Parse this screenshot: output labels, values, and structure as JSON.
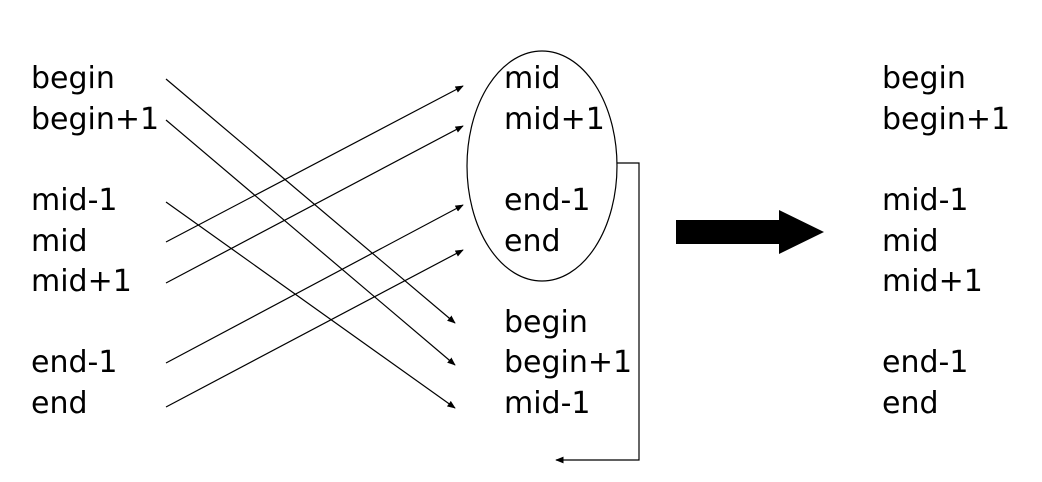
{
  "left_column": [
    "begin",
    "begin+1",
    "mid-1",
    "mid",
    "mid+1",
    "end-1",
    "end"
  ],
  "middle_oval": [
    "mid",
    "mid+1",
    "end-1",
    "end"
  ],
  "middle_bottom": [
    "begin",
    "begin+1",
    "mid-1"
  ],
  "right_column": [
    "begin",
    "begin+1",
    "mid-1",
    "mid",
    "mid+1",
    "end-1",
    "end"
  ],
  "colors": {
    "ink": "#000000",
    "background": "#ffffff"
  }
}
